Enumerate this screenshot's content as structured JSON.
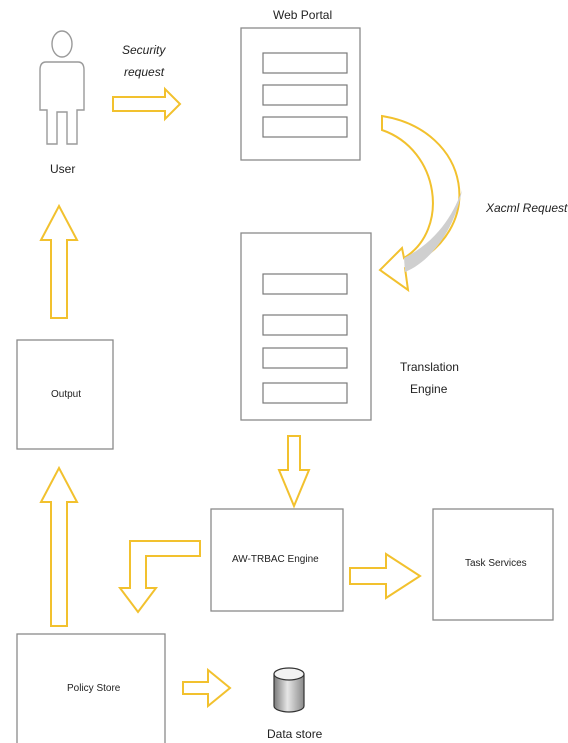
{
  "labels": {
    "web_portal": "Web Portal",
    "security_request_line1": "Security",
    "security_request_line2": "request",
    "user": "User",
    "xacml_request": "Xacml Request",
    "translation_engine_line1": "Translation",
    "translation_engine_line2": "Engine",
    "output": "Output",
    "aw_trbac_engine": "AW-TRBAC Engine",
    "task_services": "Task Services",
    "policy_store": "Policy Store",
    "data_store": "Data store"
  },
  "colors": {
    "arrow_stroke": "#f2c12e",
    "arrow_fill": "#ffffff",
    "curved_arrow_shadow": "#cfcfcf",
    "box_border": "#8a8a8a",
    "person_stroke": "#9a9a9a"
  },
  "icons": {
    "user": "person-icon",
    "data_store": "database-cylinder-icon"
  }
}
